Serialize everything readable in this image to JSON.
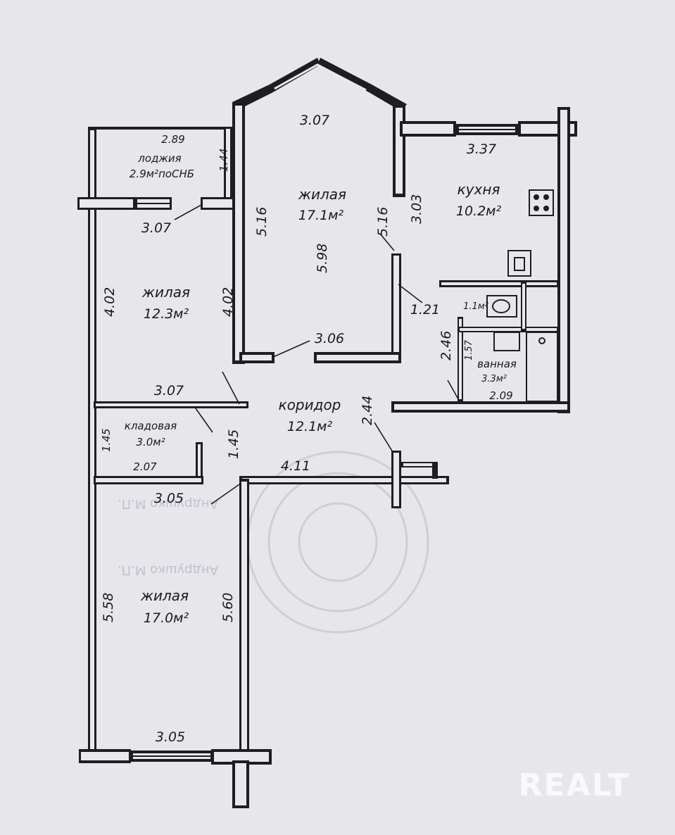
{
  "plan": {
    "rooms": {
      "loggia": {
        "name": "лоджия",
        "area": "2.9м²поСНБ"
      },
      "living_top": {
        "name": "жилая",
        "area": "17.1м²"
      },
      "kitchen": {
        "name": "кухня",
        "area": "10.2м²"
      },
      "living_left": {
        "name": "жилая",
        "area": "12.3м²"
      },
      "wc": {
        "area": "1.1м²"
      },
      "bath": {
        "name": "ванная",
        "area": "3.3м²"
      },
      "corridor": {
        "name": "коридор",
        "area": "12.1м²"
      },
      "storage": {
        "name": "кладовая",
        "area": "3.0м²"
      },
      "living_bottom": {
        "name": "жилая",
        "area": "17.0м²"
      }
    },
    "dims": {
      "loggia_top": "2.89",
      "loggia_side": "1.44",
      "living_top_top": "3.07",
      "kitchen_top": "3.37",
      "living_top_left": "5.16",
      "living_top_right": "5.16",
      "living_top_center": "5.98",
      "kitchen_left": "3.03",
      "living_left_top": "3.07",
      "living_left_left": "4.02",
      "living_left_right": "4.02",
      "living_top_bottom": "3.06",
      "passage": "1.21",
      "bath_left": "2.46",
      "bath_inner": "1.57",
      "bath_bottom": "2.09",
      "living_left_bottom": "3.07",
      "corridor_vertical": "2.44",
      "storage_left": "1.45",
      "storage_right": "1.45",
      "storage_bottom": "2.07",
      "corridor_bottom": "4.11",
      "living_bottom_top": "3.05",
      "living_bottom_left": "5.58",
      "living_bottom_right": "5.60",
      "living_bottom_bottom": "3.05"
    },
    "stamp_signatures": [
      "Андрушко М.П.",
      "Андрушко М.П."
    ],
    "watermark": "REALT"
  }
}
